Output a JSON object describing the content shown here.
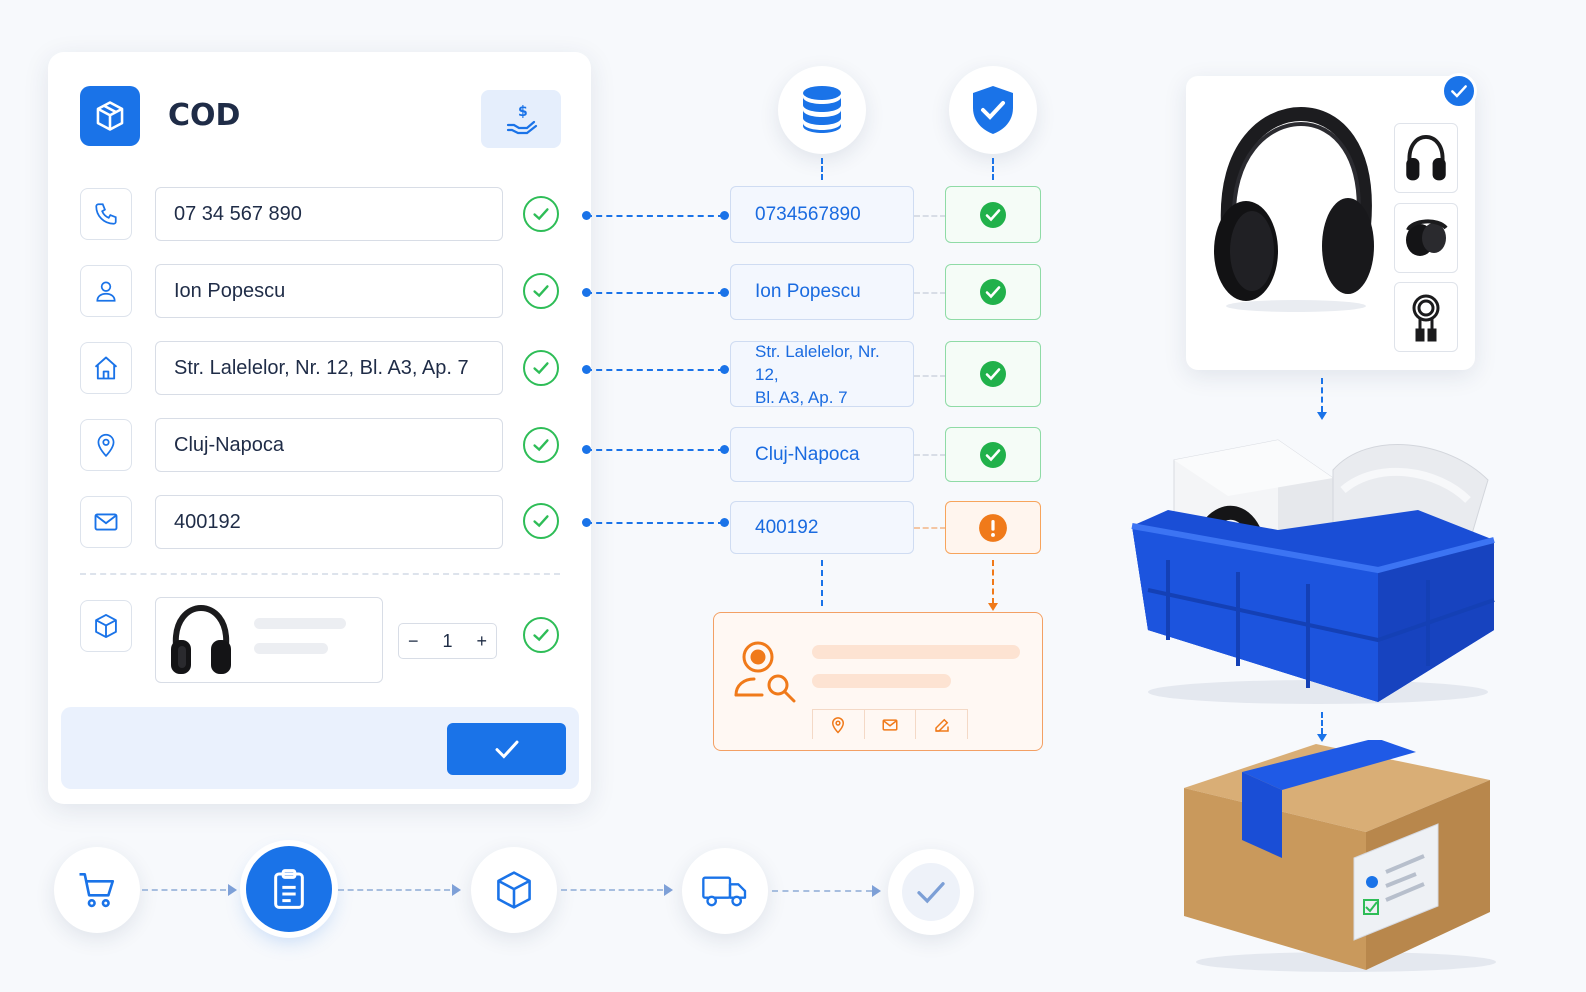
{
  "form": {
    "title": "COD",
    "fields": [
      {
        "name": "phone",
        "icon": "phone-icon",
        "value": "07 34 567 890"
      },
      {
        "name": "name",
        "icon": "user-icon",
        "value": "Ion Popescu"
      },
      {
        "name": "address",
        "icon": "home-icon",
        "value": "Str. Lalelelor, Nr. 12, Bl. A3, Ap. 7"
      },
      {
        "name": "city",
        "icon": "location-pin-icon",
        "value": "Cluj-Napoca"
      },
      {
        "name": "postal-code",
        "icon": "mail-icon",
        "value": "400192"
      }
    ],
    "product": {
      "icon": "package-icon",
      "thumbnail": "headphones-icon"
    },
    "quantity": {
      "minus": "−",
      "value": "1",
      "plus": "+"
    }
  },
  "validation": {
    "header_icons": [
      "database-icon",
      "shield-check-icon"
    ],
    "normalized": [
      {
        "value": "0734567890",
        "status": "ok"
      },
      {
        "value": "Ion Popescu",
        "status": "ok"
      },
      {
        "value_line1": "Str. Lalelelor, Nr. 12,",
        "value_line2": "Bl. A3, Ap. 7",
        "status": "ok"
      },
      {
        "value": "Cluj-Napoca",
        "status": "ok"
      },
      {
        "value": "400192",
        "status": "warning"
      }
    ],
    "issue_actions": [
      "location-pin-icon",
      "mail-icon",
      "edit-icon"
    ]
  },
  "pipeline": {
    "steps": [
      "cart-icon",
      "clipboard-icon",
      "package-icon",
      "truck-icon",
      "check-icon"
    ],
    "active_index": 1
  },
  "colors": {
    "accent": "#1a73e8",
    "success": "#2ebd57",
    "warning": "#f07a1a"
  }
}
